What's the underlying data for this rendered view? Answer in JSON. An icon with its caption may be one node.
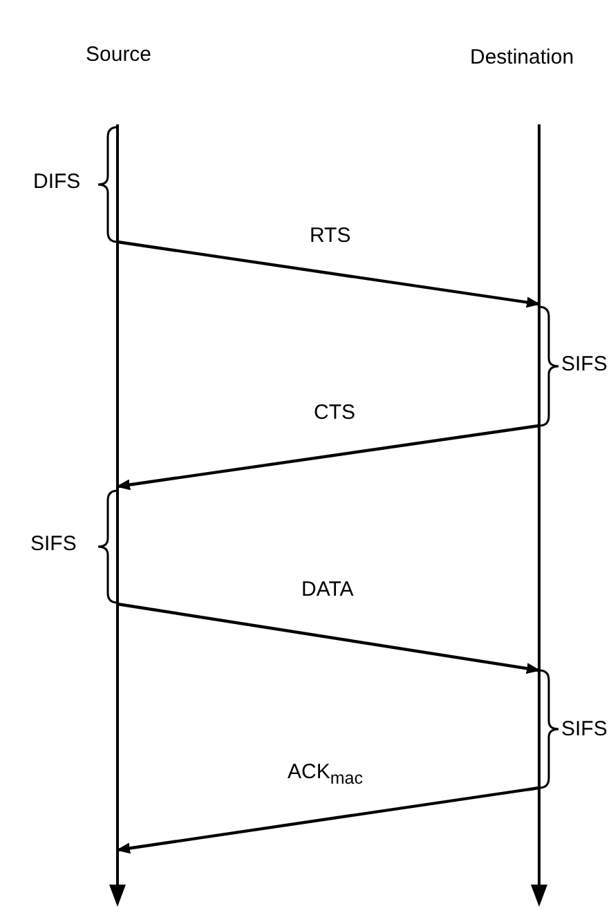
{
  "diagram": {
    "nodes": [
      {
        "text": [
          "Source"
        ]
      },
      {
        "text": [
          "Destination"
        ]
      }
    ],
    "edges": [
      {
        "from": 0,
        "to": 1,
        "arrow": "to",
        "label": "RTS"
      },
      {
        "from": 1,
        "to": 0,
        "arrow": "to",
        "label": "CTS"
      },
      {
        "from": 0,
        "to": 1,
        "arrow": "to",
        "label": "DATA"
      },
      {
        "from": 1,
        "to": 0,
        "arrow": "to",
        "label": "ACK$_{mac}$"
      }
    ],
    "labels": [
      "DIFS",
      "SIFS",
      "SIFS",
      "SIFS"
    ]
  }
}
